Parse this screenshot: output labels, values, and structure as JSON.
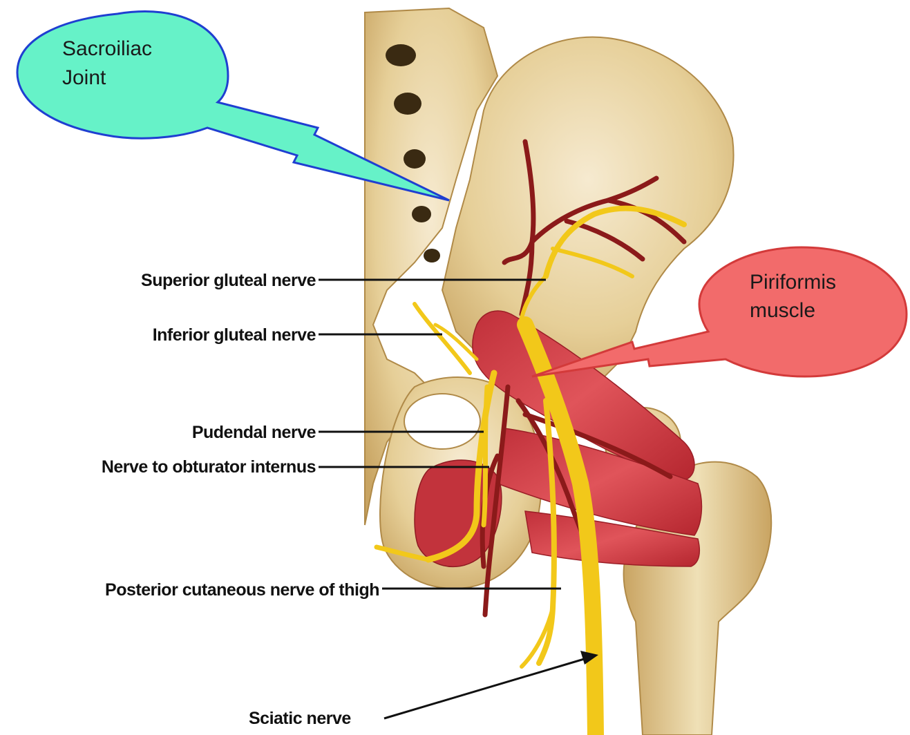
{
  "callouts": {
    "sacroiliac": {
      "line1": "Sacroiliac",
      "line2": "Joint",
      "fill": "#66f2c8",
      "stroke": "#1f3fd1"
    },
    "piriformis": {
      "line1": "Piriformis",
      "line2": "muscle",
      "fill": "#f26b6b",
      "stroke": "#d33a3a"
    }
  },
  "labels": {
    "superior_gluteal": "Superior gluteal nerve",
    "inferior_gluteal": "Inferior gluteal nerve",
    "pudendal": "Pudendal nerve",
    "obturator_internus": "Nerve to obturator internus",
    "posterior_cutaneous": "Posterior cutaneous nerve of thigh",
    "sciatic": "Sciatic nerve"
  },
  "colors": {
    "bone": "#e9d7a6",
    "bone_shadow": "#c9a96a",
    "nerve": "#f2c81a",
    "vessel": "#8b1a1a",
    "muscle": "#d9434a"
  }
}
